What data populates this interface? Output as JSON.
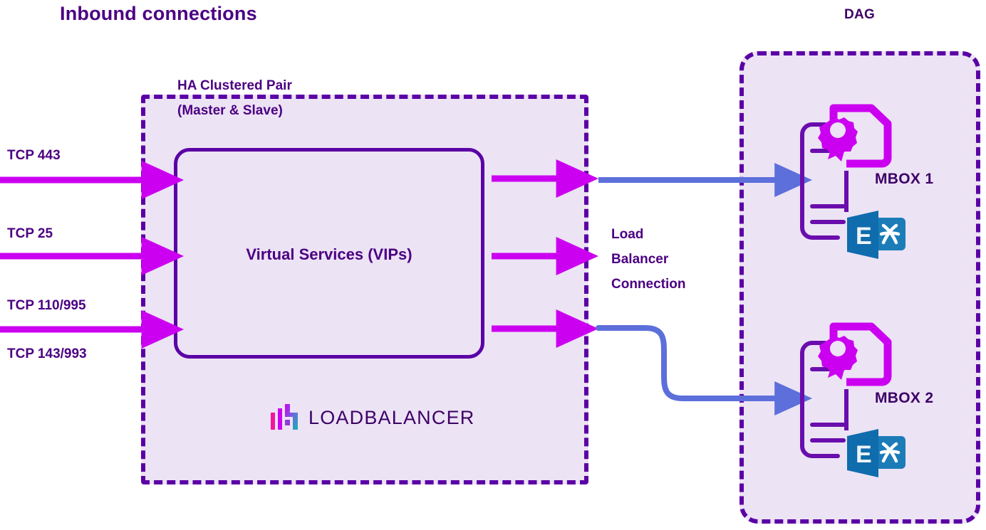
{
  "diagram": {
    "title_left": "Inbound connections",
    "title_right": "DAG",
    "ha_label_line1": "HA Clustered Pair",
    "ha_label_line2": "(Master & Slave)",
    "vip_label": "Virtual Services (VIPs)",
    "lb_connection_line1": "Load",
    "lb_connection_line2": "Balancer",
    "lb_connection_line3": "Connection",
    "brand": "LOADBALANCER",
    "inbound_ports": [
      {
        "label": "TCP 443"
      },
      {
        "label": "TCP 25"
      },
      {
        "label": "TCP 110/995"
      },
      {
        "label": "TCP 143/993"
      }
    ],
    "mailboxes": [
      {
        "label": "MBOX 1"
      },
      {
        "label": "MBOX 2"
      }
    ],
    "colors": {
      "purple_dark": "#4b0082",
      "purple_border": "#5b00a5",
      "panel_fill": "#ece3f5",
      "magenta": "#cc00f0",
      "blue_arrow": "#5c6fdb",
      "exchange_dark_blue": "#0f6cad",
      "exchange_light_blue": "#1b7cb8",
      "logo_pink": "#f0169b",
      "logo_magenta": "#cc00f0",
      "logo_violet": "#8b3fd6",
      "logo_teal": "#12b5b0"
    }
  }
}
